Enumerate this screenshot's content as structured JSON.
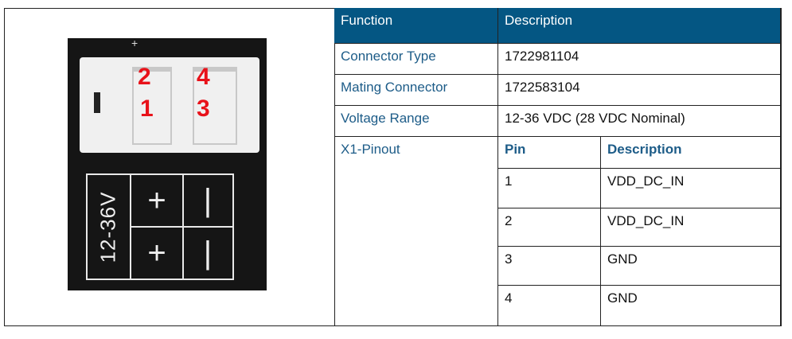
{
  "image": {
    "plus_mark": "+",
    "pins": [
      "2",
      "4",
      "1",
      "3"
    ],
    "voltage_label": "12-36V",
    "symbols": [
      "+",
      "|",
      "+",
      "|"
    ]
  },
  "table": {
    "headers": [
      "Function",
      "Description"
    ],
    "rows": [
      {
        "function": "Connector Type",
        "description": "1722981104"
      },
      {
        "function": "Mating Connector",
        "description": "1722583104"
      },
      {
        "function": "Voltage Range",
        "description": "12-36 VDC (28 VDC Nominal)"
      }
    ],
    "pinout": {
      "label": "X1-Pinout",
      "headers": [
        "Pin",
        "Description"
      ],
      "rows": [
        {
          "pin": "1",
          "description": "VDD_DC_IN"
        },
        {
          "pin": "2",
          "description": "VDD_DC_IN"
        },
        {
          "pin": "3",
          "description": "GND"
        },
        {
          "pin": "4",
          "description": "GND"
        }
      ]
    }
  },
  "colors": {
    "header_bg": "#045683",
    "label_text": "#1d5c88",
    "pin_number": "#e8121a"
  }
}
